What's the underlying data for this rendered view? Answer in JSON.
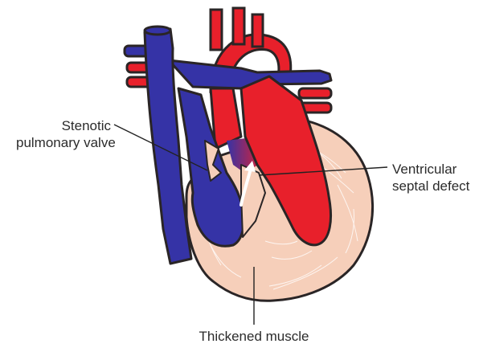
{
  "labels": {
    "stenotic_valve": [
      "Stenotic",
      "pulmonary valve"
    ],
    "vsd": [
      "Ventricular",
      "septal defect"
    ],
    "thickened_muscle": "Thickened muscle"
  },
  "colors": {
    "oxygenated": "#e8202b",
    "deoxygenated": "#3533a6",
    "muscle": "#f6cfba",
    "outline": "#2a2526",
    "leader": "#222222"
  }
}
